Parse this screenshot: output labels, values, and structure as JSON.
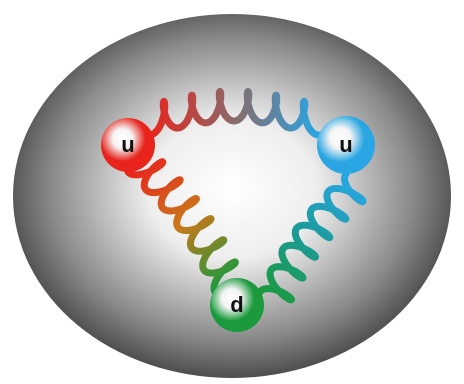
{
  "quarks": [
    {
      "label": "u",
      "color": "#e8241c"
    },
    {
      "label": "u",
      "color": "#29a6e3"
    },
    {
      "label": "d",
      "color": "#1a9a3c"
    }
  ],
  "gluon_springs": [
    {
      "from": 0,
      "to": 1,
      "colors": [
        "#e8241c",
        "#8a6a6a",
        "#29a6e3"
      ]
    },
    {
      "from": 0,
      "to": 2,
      "colors": [
        "#e8241c",
        "#c9781a",
        "#1a9a3c"
      ]
    },
    {
      "from": 1,
      "to": 2,
      "colors": [
        "#29a6e3",
        "#1c9b9b",
        "#1a9a3c"
      ]
    }
  ],
  "colors": {
    "sphere_center": "#ffffff",
    "sphere_edge": "#3d3d3d"
  }
}
